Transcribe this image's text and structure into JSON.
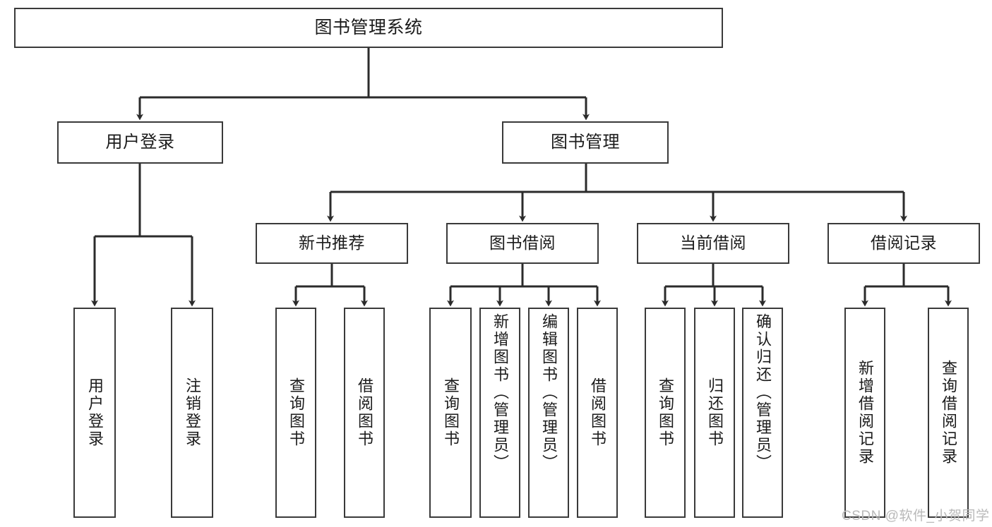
{
  "diagram": {
    "type": "tree",
    "title": "图书管理系统",
    "watermark": "CSDN @软件_小贺同学",
    "colors": {
      "box_border": "#3a3a3a",
      "box_fill": "#ffffff",
      "connector": "#2b2b2b",
      "text": "#1b1b1b",
      "watermark": "#b9b9b9",
      "background": "#ffffff"
    },
    "root": {
      "label": "图书管理系统"
    },
    "level2": [
      {
        "label": "用户登录"
      },
      {
        "label": "图书管理"
      }
    ],
    "level3": [
      {
        "label": "新书推荐"
      },
      {
        "label": "图书借阅"
      },
      {
        "label": "当前借阅"
      },
      {
        "label": "借阅记录"
      }
    ],
    "leaves": [
      {
        "label": "用户登录",
        "parent": "用户登录"
      },
      {
        "label": "注销登录",
        "parent": "用户登录"
      },
      {
        "label": "查询图书",
        "parent": "新书推荐"
      },
      {
        "label": "借阅图书",
        "parent": "新书推荐"
      },
      {
        "label": "查询图书",
        "parent": "图书借阅"
      },
      {
        "label": "新增图书（管理员）",
        "parent": "图书借阅"
      },
      {
        "label": "编辑图书（管理员）",
        "parent": "图书借阅"
      },
      {
        "label": "借阅图书",
        "parent": "图书借阅"
      },
      {
        "label": "查询图书",
        "parent": "当前借阅"
      },
      {
        "label": "归还图书",
        "parent": "当前借阅"
      },
      {
        "label": "确认归还（管理员）",
        "parent": "当前借阅"
      },
      {
        "label": "新增借阅记录",
        "parent": "借阅记录"
      },
      {
        "label": "查询借阅记录",
        "parent": "借阅记录"
      }
    ]
  }
}
